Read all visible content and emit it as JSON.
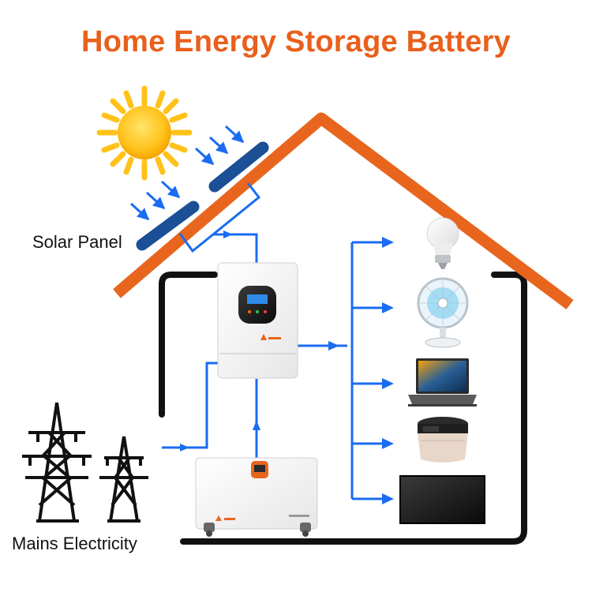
{
  "title": "Home Energy Storage Battery",
  "labels": {
    "solar_panel": "Solar Panel",
    "mains_electricity": "Mains Electricity"
  },
  "colors": {
    "title": "#E8601C",
    "roof": "#E8651E",
    "house_outline": "#111111",
    "flow_arrows": "#1A6CF2",
    "solar_panel": "#1B4F96",
    "sun": "#FFC21A"
  },
  "icons": [
    "sun-icon",
    "solar-panel-icon",
    "transmission-tower-icon",
    "inverter-icon",
    "battery-icon",
    "light-bulb-icon",
    "fan-icon",
    "laptop-icon",
    "rice-cooker-icon",
    "television-icon"
  ]
}
